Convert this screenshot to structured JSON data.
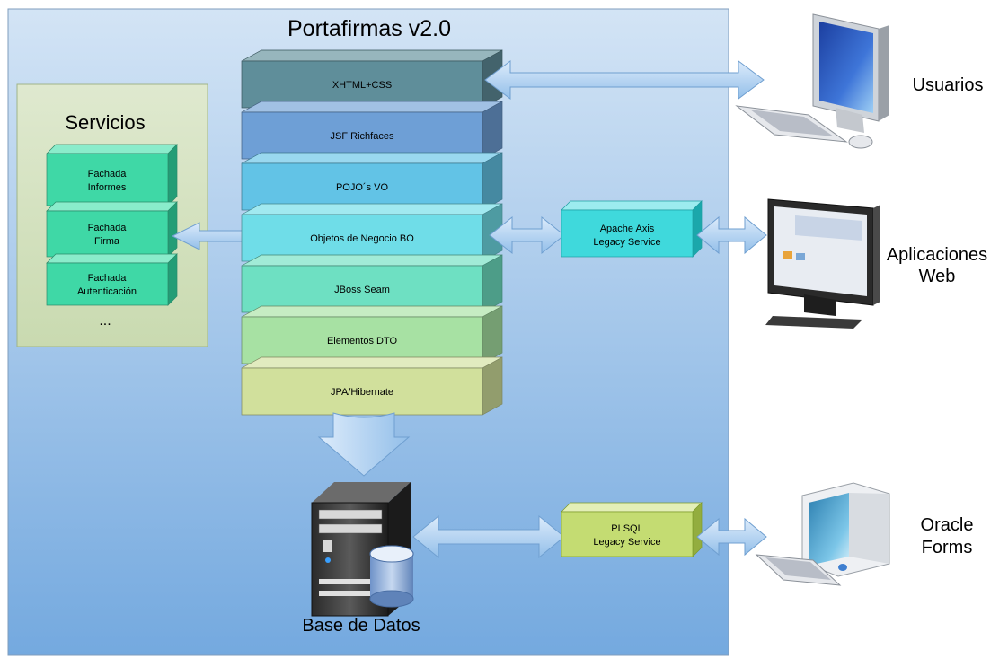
{
  "title": "Portafirmas v2.0",
  "layers": [
    {
      "label": "XHTML+CSS",
      "color": "#5f8e9a"
    },
    {
      "label": "JSF Richfaces",
      "color": "#6e9fd6"
    },
    {
      "label": "POJO´s VO",
      "color": "#62c3e6"
    },
    {
      "label": "Objetos de Negocio BO",
      "color": "#6fdde8"
    },
    {
      "label": "JBoss Seam",
      "color": "#6ee0c2"
    },
    {
      "label": "Elementos DTO",
      "color": "#a7e1a3"
    },
    {
      "label": "JPA/Hibernate",
      "color": "#d1e09c"
    }
  ],
  "services": {
    "title": "Servicios",
    "items": [
      {
        "line1": "Fachada",
        "line2": "Informes"
      },
      {
        "line1": "Fachada",
        "line2": "Firma"
      },
      {
        "line1": "Fachada",
        "line2": "Autenticación"
      }
    ],
    "more": "..."
  },
  "axis_service": {
    "line1": "Apache Axis",
    "line2": "Legacy Service",
    "color": "#3fd9dc"
  },
  "plsql_service": {
    "line1": "PLSQL",
    "line2": "Legacy Service",
    "color": "#c4dc72"
  },
  "database": {
    "label": "Base de Datos"
  },
  "clients": {
    "users": {
      "line1": "Usuarios",
      "line2": "",
      "icon": "desktop-computer-icon"
    },
    "web": {
      "line1": "Aplicaciones",
      "line2": "Web",
      "icon": "lcd-monitor-icon"
    },
    "oracle": {
      "line1": "Oracle",
      "line2": "Forms",
      "icon": "crt-computer-icon"
    }
  },
  "colors": {
    "panel_top": "#d3e4f5",
    "panel_bottom": "#7aaee0",
    "services_panel": "#d8e6c4",
    "service_box": "#3fd8a6",
    "arrow": "#a9cdf0"
  }
}
